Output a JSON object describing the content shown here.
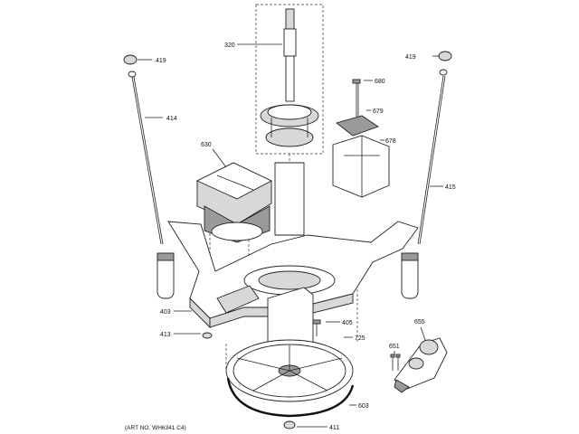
{
  "diagram": {
    "art_number": "(ART NO. WH6341 C4)",
    "callouts": {
      "c320": "320",
      "c419_left": "419",
      "c419_right": "419",
      "c414": "414",
      "c415": "415",
      "c630": "630",
      "c680": "680",
      "c679": "679",
      "c678": "678",
      "c403": "403",
      "c413": "413",
      "c405": "405",
      "c725": "725",
      "c655": "655",
      "c651": "651",
      "c603": "603",
      "c411": "411"
    }
  }
}
